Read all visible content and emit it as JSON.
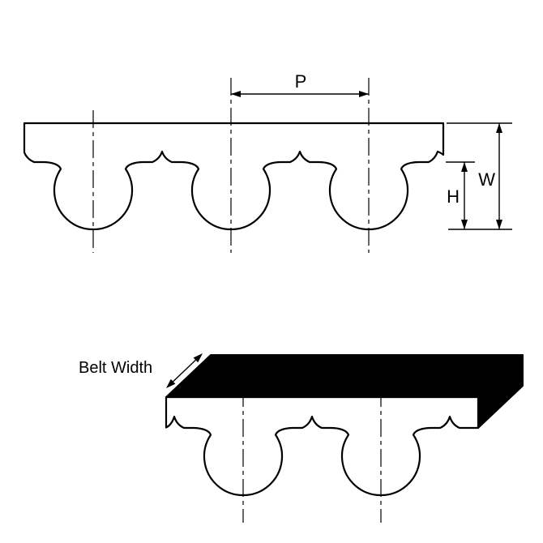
{
  "diagram": {
    "description": "Timing belt curvilinear (HTD) tooth profile technical drawing with pitch, height and width dimensions plus isometric belt-width view",
    "labels": {
      "pitch": "P",
      "width": "W",
      "height": "H",
      "belt_width": "Belt Width"
    },
    "colors": {
      "line": "#000000",
      "belt_fill": "#ffffff",
      "solid_face": "#000000",
      "background": "#ffffff"
    }
  }
}
